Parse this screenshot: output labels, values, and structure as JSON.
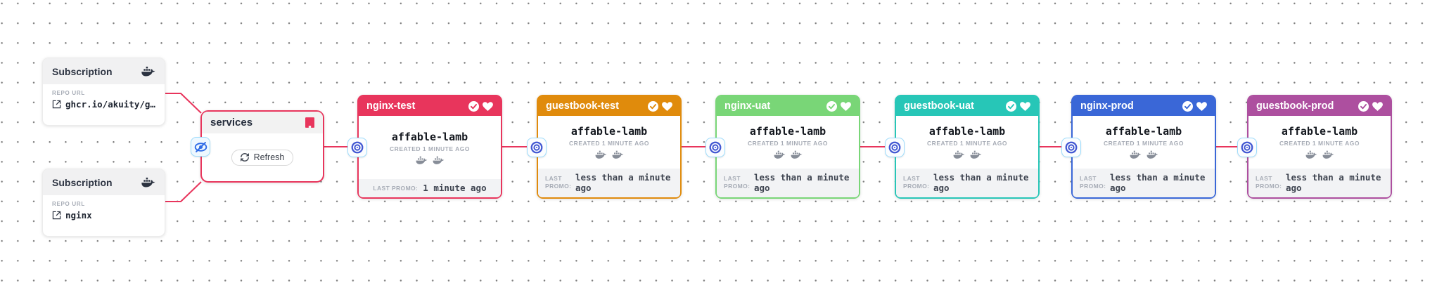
{
  "pipeline": {
    "subscriptions": [
      {
        "title": "Subscription",
        "repo_label": "REPO URL",
        "repo_url": "ghcr.io/akuity/g…"
      },
      {
        "title": "Subscription",
        "repo_label": "REPO URL",
        "repo_url": "nginx"
      }
    ],
    "warehouse": {
      "name": "services",
      "refresh_label": "Refresh",
      "accent_color": "#e8355c"
    },
    "stages": [
      {
        "name": "nginx-test",
        "color": "#e8355c",
        "freight_name": "affable-lamb",
        "created_text": "CREATED 1 MINUTE AGO",
        "promo_label": "LAST PROMO:",
        "promo_value": "1 minute ago"
      },
      {
        "name": "guestbook-test",
        "color": "#e08b0c",
        "freight_name": "affable-lamb",
        "created_text": "CREATED 1 MINUTE AGO",
        "promo_label": "LAST PROMO:",
        "promo_value": "less than a minute ago"
      },
      {
        "name": "nginx-uat",
        "color": "#79d677",
        "freight_name": "affable-lamb",
        "created_text": "CREATED 1 MINUTE AGO",
        "promo_label": "LAST PROMO:",
        "promo_value": "less than a minute ago"
      },
      {
        "name": "guestbook-uat",
        "color": "#27c6b7",
        "freight_name": "affable-lamb",
        "created_text": "CREATED 1 MINUTE AGO",
        "promo_label": "LAST PROMO:",
        "promo_value": "less than a minute ago"
      },
      {
        "name": "nginx-prod",
        "color": "#3a67d7",
        "freight_name": "affable-lamb",
        "created_text": "CREATED 1 MINUTE AGO",
        "promo_label": "LAST PROMO:",
        "promo_value": "less than a minute ago"
      },
      {
        "name": "guestbook-prod",
        "color": "#ad4f9f",
        "freight_name": "affable-lamb",
        "created_text": "CREATED 1 MINUTE AGO",
        "promo_label": "LAST PROMO:",
        "promo_value": "less than a minute ago"
      }
    ],
    "colors": {
      "connector": "#e8355c",
      "freight_icon_blue": "#4257d2",
      "icon_button_border": "#9ddcfc",
      "stage_footer_bg": "#f2f3f5",
      "header_gray_bg": "#f1f1f2"
    },
    "icons": {
      "subscription_header": "docker-icon",
      "repo_link": "external-link-icon",
      "warehouse_header": "building-icon",
      "warehouse_hide": "eye-slash-icon",
      "refresh_button": "refresh-icon",
      "stage_verified": "check-circle-icon",
      "stage_health": "heart-icon",
      "freight_artifacts": "docker-icon",
      "freight_timeline": "target-icon"
    }
  }
}
